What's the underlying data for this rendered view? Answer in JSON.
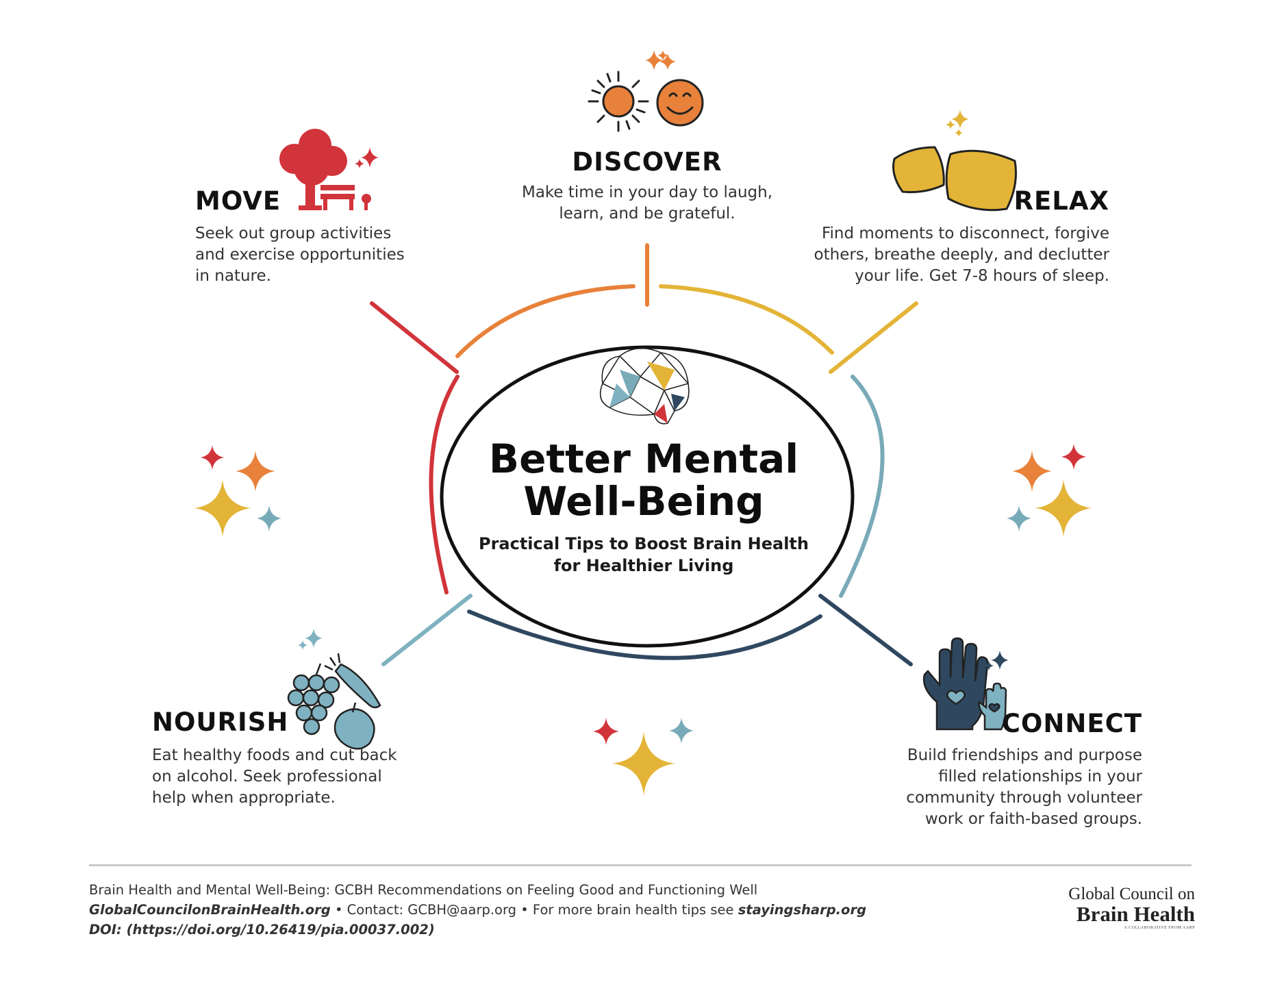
{
  "colors": {
    "move": "#d1343a",
    "discover": "#e8813a",
    "relax": "#e3b437",
    "connect_teal": "#79aab8",
    "connect_navy": "#2f4860",
    "nourish": "#7fb2c1",
    "ellipse": "#111111"
  },
  "center": {
    "title_line1": "Better Mental",
    "title_line2": "Well-Being",
    "subtitle_line1": "Practical Tips to Boost Brain Health",
    "subtitle_line2": "for Healthier Living"
  },
  "move": {
    "title": "MOVE",
    "desc": [
      "Seek out group activities",
      "and exercise opportunities",
      "in nature."
    ],
    "icon": "tree-and-bench-icon"
  },
  "discover": {
    "title": "DISCOVER",
    "desc": [
      "Make time in your day to laugh,",
      "learn, and be grateful."
    ],
    "icon": "sun-and-smiley-icon"
  },
  "relax": {
    "title": "RELAX",
    "desc": [
      "Find moments to disconnect, forgive",
      "others, breathe deeply, and declutter",
      "your life. Get 7-8 hours of sleep."
    ],
    "icon": "pillows-icon"
  },
  "nourish": {
    "title": "NOURISH",
    "desc": [
      "Eat healthy foods and cut back",
      "on alcohol. Seek professional",
      "help when appropriate."
    ],
    "icon": "grapes-carrot-apple-icon"
  },
  "connect": {
    "title": "CONNECT",
    "desc": [
      "Build friendships and purpose",
      "filled relationships in your",
      "community through volunteer",
      "work or faith-based groups."
    ],
    "icon": "helping-hands-icon"
  },
  "footer": {
    "line1": "Brain Health and Mental Well-Being: GCBH Recommendations on Feeling Good and Functioning Well",
    "line2_site": "GlobalCouncilonBrainHealth.org",
    "line2_mid": " • Contact: GCBH@aarp.org • For more brain health tips see ",
    "line2_link": "stayingsharp.org",
    "line3": "DOI: (https://doi.org/10.26419/pia.00037.002)"
  },
  "logo": {
    "line1": "Global Council on",
    "line2": "Brain Health",
    "line3": "A COLLABORATIVE FROM AARP"
  }
}
